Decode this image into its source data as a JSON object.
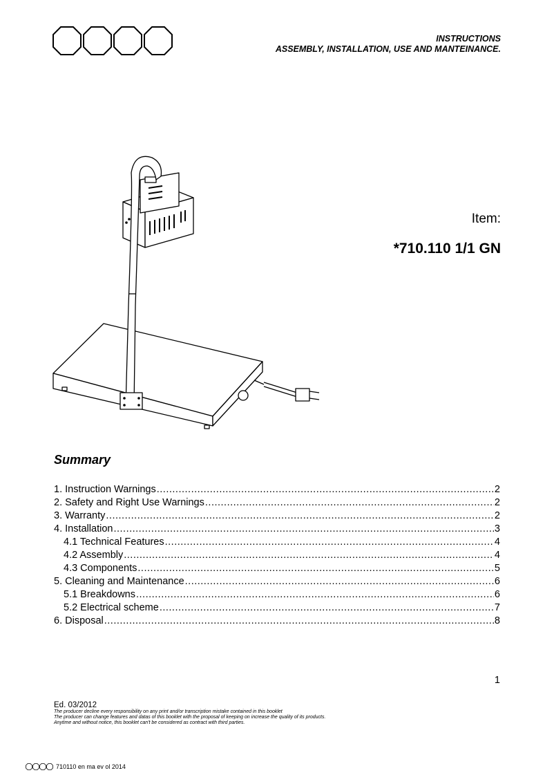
{
  "header": {
    "line1": "INSTRUCTIONS",
    "line2": "ASSEMBLY, INSTALLATION, USE AND MANTEINANCE."
  },
  "item": {
    "label": "Item:",
    "code": "*710.110 1/1 GN"
  },
  "summary": {
    "title": "Summary",
    "entries": [
      {
        "title": "1. Instruction Warnings",
        "page": "2",
        "sub": false
      },
      {
        "title": "2. Safety and Right Use Warnings",
        "page": "2",
        "sub": false
      },
      {
        "title": "3. Warranty",
        "page": "2",
        "sub": false
      },
      {
        "title": "4. Installation",
        "page": "3",
        "sub": false
      },
      {
        "title": "4.1 Technical Features",
        "page": "4",
        "sub": true
      },
      {
        "title": "4.2 Assembly",
        "page": "4",
        "sub": true
      },
      {
        "title": "4.3 Components",
        "page": "5",
        "sub": true
      },
      {
        "title": "5. Cleaning and Maintenance",
        "page": "6",
        "sub": false
      },
      {
        "title": "5.1 Breakdowns",
        "page": "6",
        "sub": true
      },
      {
        "title": "5.2 Electrical scheme",
        "page": "7",
        "sub": true
      },
      {
        "title": "6. Disposal",
        "page": "8",
        "sub": false
      }
    ]
  },
  "page_number": "1",
  "edition": "Ed. 03/2012",
  "disclaimer": [
    "The producer decline every responsibility on any print and/or transcription mistake contained in this booklet",
    "The producer can change features and datas of this booklet with the proposal of keeping on increase the quality of its products.",
    "Anytime and without notice, this booklet can't be considered as contract with third parties."
  ],
  "footer_code": "710110 en ma ev ol 2014",
  "logo_icon": "four-octagons-logo-icon",
  "illustration_icon": "heat-lamp-carving-station-icon"
}
